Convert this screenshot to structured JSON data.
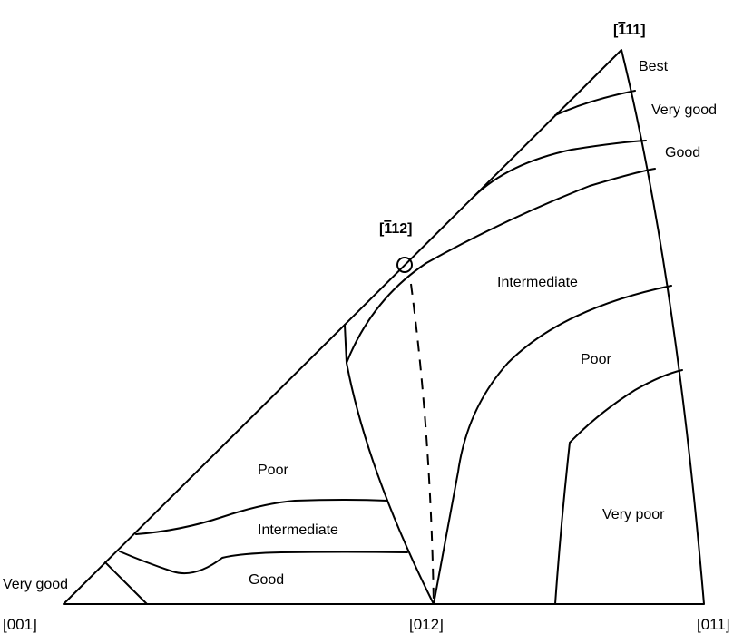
{
  "poles": {
    "top": {
      "prefix": "[",
      "bar_digit": "1",
      "rest": "11]"
    },
    "mid": {
      "prefix": "[",
      "bar_digit": "1",
      "rest": "12]"
    },
    "bottom_left": "[001]",
    "bottom_mid": "[012]",
    "bottom_right": "[011]"
  },
  "regions": {
    "right": [
      "Best",
      "Very good",
      "Good",
      "Intermediate",
      "Poor",
      "Very poor"
    ],
    "left": [
      "Poor",
      "Intermediate",
      "Good",
      "Very good"
    ]
  }
}
